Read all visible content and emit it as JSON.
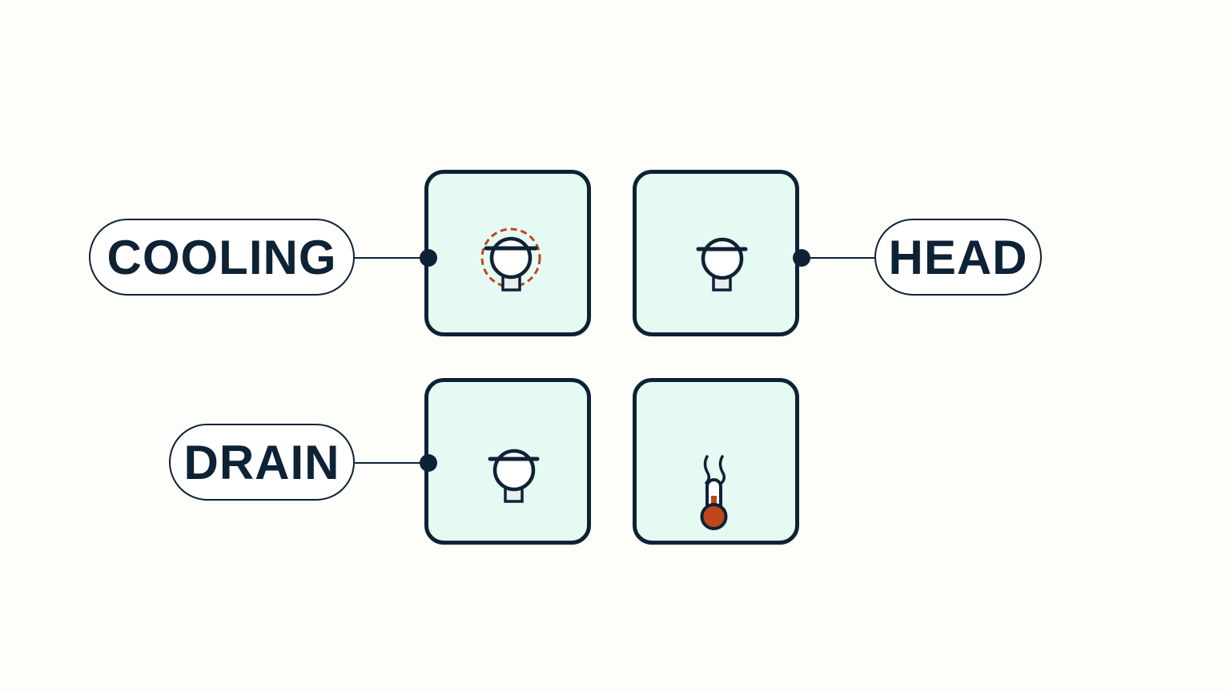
{
  "labels": {
    "cooling": "COOLING",
    "head": "HEAD",
    "drain": "DRAIN"
  },
  "tiles": [
    {
      "id": "top-left",
      "icon": "sprinkler-head-icon",
      "highlight": "dashed-ring"
    },
    {
      "id": "top-right",
      "icon": "sprinkler-head-icon"
    },
    {
      "id": "bottom-left",
      "icon": "sprinkler-head-icon"
    },
    {
      "id": "bottom-right",
      "icon": "heat-thermometer-icon"
    }
  ],
  "colors": {
    "background": "#FDFDF9",
    "tile_fill": "#E6FAF4",
    "outline": "#0E2235",
    "accent": "#C0461B",
    "pill_fill": "#FFFFFF"
  }
}
